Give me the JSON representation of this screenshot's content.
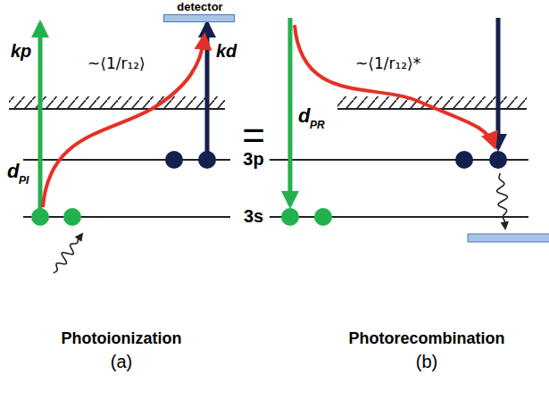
{
  "diagram": {
    "nodes": [
      {
        "text": [
          "detector"
        ]
      }
    ],
    "labels": [
      "kp",
      "kd",
      "d",
      "PI",
      "~⟨1/r₁₂⟩",
      "3p",
      "3s",
      "=",
      "d",
      "PR",
      "~⟨1/r₁₂⟩*",
      "Photoionization",
      "(a)",
      "Photorecombination",
      "(b)"
    ]
  }
}
